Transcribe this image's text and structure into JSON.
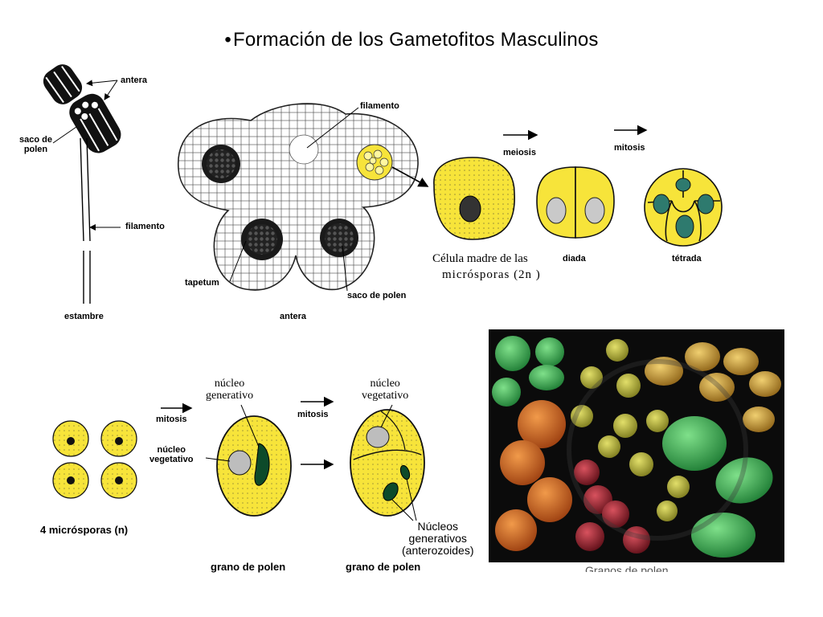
{
  "title": "Formación de los Gametofitos Masculinos",
  "bullet": "•",
  "stamen": {
    "antera": "antera",
    "saco_de_polen": "saco de\npolen",
    "filamento": "filamento",
    "estambre": "estambre"
  },
  "anther_section": {
    "filamento": "filamento",
    "tapetum": "tapetum",
    "saco_de_polen": "saco de polen",
    "antera": "antera"
  },
  "meiosis_sequence": {
    "meiosis": "meiosis",
    "mitosis": "mitosis",
    "celula_madre_line1": "Célula madre de las",
    "celula_madre_line2": "micrósporas (2n )",
    "diada": "diada",
    "tetrada": "tétrada"
  },
  "pollen_sequence": {
    "mitosis_1": "mitosis",
    "mitosis_2": "mitosis",
    "nucleo_generativo": "núcleo\ngenerativo",
    "nucleo_vegetativo_left": "núcleo\nvegetativo",
    "nucleo_vegetativo_right": "núcleo\nvegetativo",
    "nucleos_generativos": "Núcleos\ngenerativos\n(anterozoides)",
    "microsporas": "4 micrósporas (n)",
    "grano_1": "grano de polen",
    "grano_2": "grano de polen"
  },
  "photo_caption": "Granos de polen",
  "colors": {
    "cell_yellow": "#f7e43a",
    "pollen_green": "#2fb24a",
    "pollen_orange": "#d8661c",
    "pollen_olive": "#b7b53a",
    "pollen_tan": "#c79a34",
    "pollen_red": "#9a1f2c"
  }
}
